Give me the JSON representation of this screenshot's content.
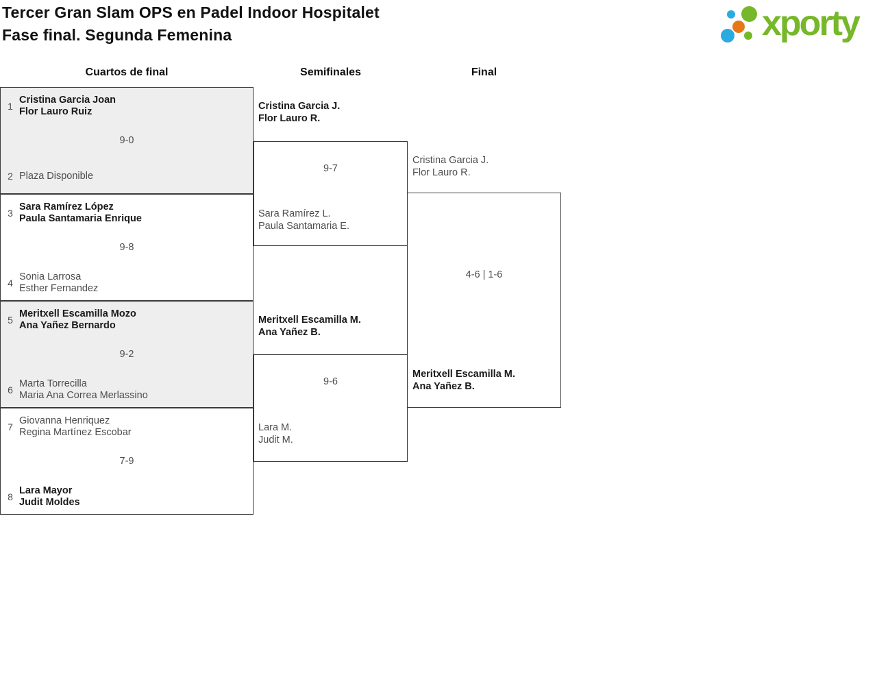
{
  "header": {
    "title_line1": "Tercer Gran Slam OPS en Padel Indoor Hospitalet",
    "title_line2": "Fase final. Segunda Femenina",
    "logo_text": "xporty"
  },
  "colors": {
    "logo_green": "#76b82a",
    "logo_blue": "#29abe2",
    "logo_orange": "#e87817",
    "match_alt_bg": "#eeeeee",
    "border": "#3a3a3a",
    "winner_text": "#1a1a1a",
    "loser_text": "#4d4d4d"
  },
  "columns": [
    "Cuartos de final",
    "Semifinales",
    "Final"
  ],
  "bracket": {
    "quarterfinals": [
      {
        "seed1": "1",
        "team1": [
          "Cristina Garcia Joan",
          "Flor Lauro Ruiz"
        ],
        "score": "9-0",
        "seed2": "2",
        "team2": [
          "Plaza Disponible"
        ],
        "winner": 1
      },
      {
        "seed1": "3",
        "team1": [
          "Sara Ramírez López",
          "Paula Santamaria Enrique"
        ],
        "score": "9-8",
        "seed2": "4",
        "team2": [
          "Sonia Larrosa",
          "Esther Fernandez"
        ],
        "winner": 1
      },
      {
        "seed1": "5",
        "team1": [
          "Meritxell Escamilla Mozo",
          "Ana Yañez Bernardo"
        ],
        "score": "9-2",
        "seed2": "6",
        "team2": [
          "Marta Torrecilla",
          "Maria Ana Correa Merlassino"
        ],
        "winner": 1
      },
      {
        "seed1": "7",
        "team1": [
          "Giovanna Henriquez",
          "Regina Martínez Escobar"
        ],
        "score": "7-9",
        "seed2": "8",
        "team2": [
          "Lara Mayor",
          "Judit Moldes"
        ],
        "winner": 2
      }
    ],
    "semifinals": [
      {
        "team1": [
          "Cristina Garcia J.",
          "Flor Lauro R."
        ],
        "score": "9-7",
        "team2": [
          "Sara Ramírez L.",
          "Paula Santamaria E."
        ],
        "winner": 1
      },
      {
        "team1": [
          "Meritxell Escamilla M.",
          "Ana Yañez B."
        ],
        "score": "9-6",
        "team2": [
          "Lara M.",
          "Judit M."
        ],
        "winner": 1
      }
    ],
    "final": {
      "team1": [
        "Cristina Garcia J.",
        "Flor Lauro R."
      ],
      "score": "4-6 | 1-6",
      "team2": [
        "Meritxell Escamilla M.",
        "Ana Yañez B."
      ],
      "winner": 2
    }
  }
}
